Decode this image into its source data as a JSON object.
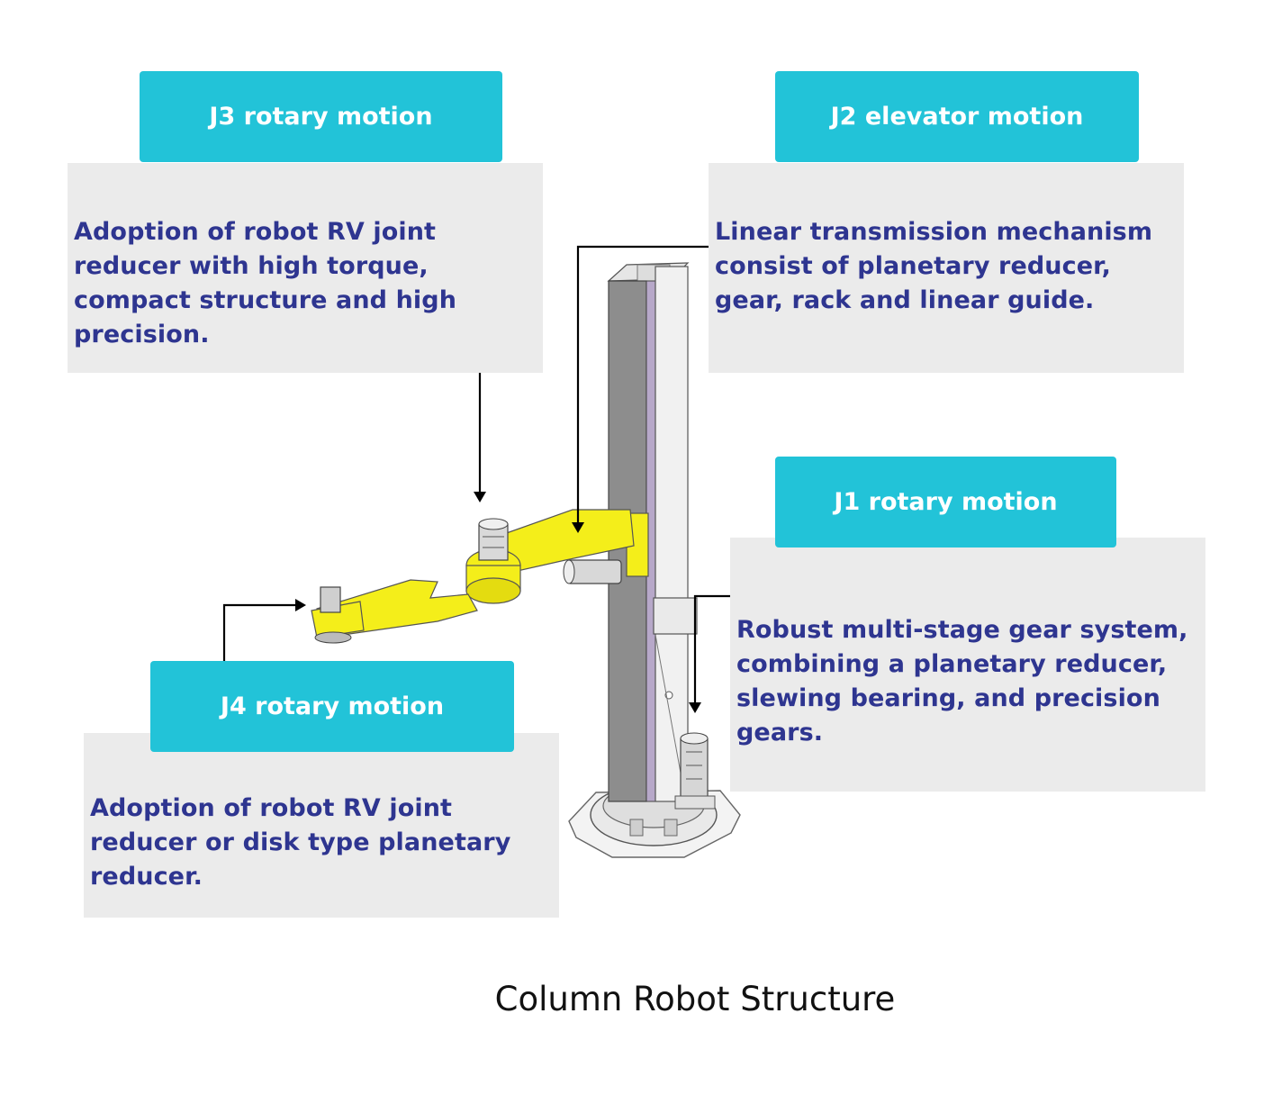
{
  "callouts": {
    "j3": {
      "title": "J3 rotary motion",
      "description": "Adoption of robot RV joint reducer with high torque, compact structure and high precision."
    },
    "j2": {
      "title": "J2 elevator motion",
      "description": "Linear transmission mechanism consist of planetary reducer, gear, rack and linear guide."
    },
    "j1": {
      "title": "J1 rotary motion",
      "description": "Robust multi-stage gear system, combining a planetary reducer, slewing bearing, and precision gears."
    },
    "j4": {
      "title": "J4 rotary motion",
      "description": "Adoption of robot RV joint reducer or disk type planetary reducer."
    }
  },
  "caption": "Column Robot Structure",
  "colors": {
    "title_bg": "#22c3d8",
    "desc_bg": "#ebebeb",
    "desc_text": "#2e3590",
    "arm_yellow": "#f4ee1a"
  }
}
